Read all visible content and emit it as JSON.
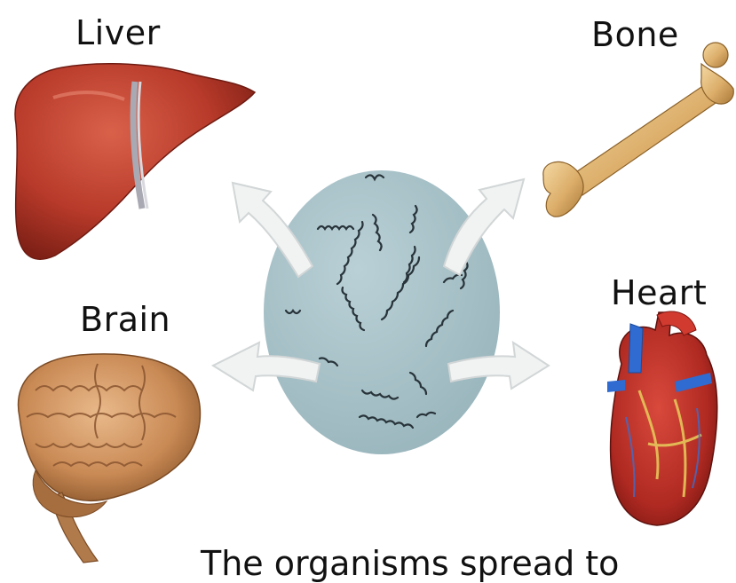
{
  "labels": {
    "liver": "Liver",
    "bone": "Bone",
    "brain": "Brain",
    "heart": "Heart"
  },
  "caption": "The organisms spread to"
}
